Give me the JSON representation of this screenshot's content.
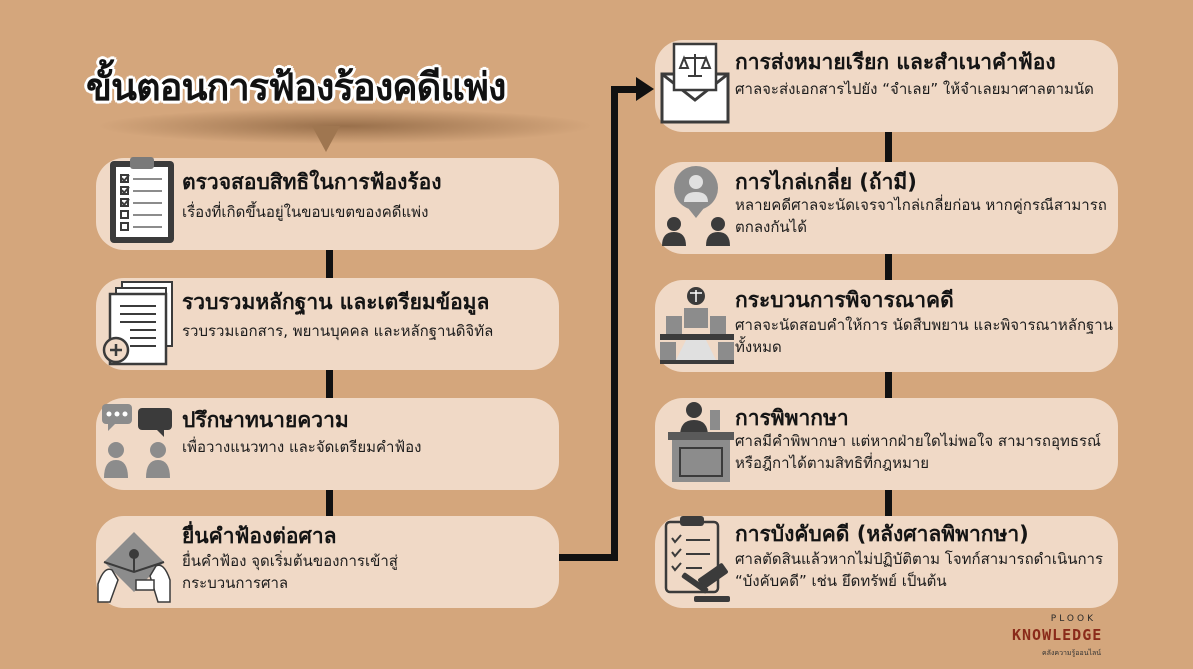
{
  "title": "ขั้นตอนการฟ้องร้องคดีแพ่ง",
  "colors": {
    "background": "#d4a67c",
    "card": "#f0d9c6",
    "line": "#111111",
    "icon_dark": "#3b3b3b",
    "icon_mid": "#8c8c8c",
    "icon_light": "#e0e0e0",
    "logo": "#8a2a1a"
  },
  "steps": [
    {
      "title": "ตรวจสอบสิทธิในการฟ้องร้อง",
      "desc": "เรื่องที่เกิดขึ้นอยู่ในขอบเขตของคดีแพ่ง",
      "icon": "clipboard-checklist-icon"
    },
    {
      "title": "รวบรวมหลักฐาน และเตรียมข้อมูล",
      "desc": "รวบรวมเอกสาร, พยานบุคคล และหลักฐานดิจิทัล",
      "icon": "documents-add-icon"
    },
    {
      "title": "ปรึกษาทนายความ",
      "desc": "เพื่อวางแนวทาง และจัดเตรียมคำฟ้อง",
      "icon": "consultation-icon"
    },
    {
      "title": "ยื่นคำฟ้องต่อศาล",
      "desc": "ยื่นคำฟ้อง จุดเริ่มต้นของการเข้าสู่กระบวนการศาล",
      "icon": "submit-envelope-icon"
    },
    {
      "title": "การส่งหมายเรียก และสำเนาคำฟ้อง",
      "desc": "ศาลจะส่งเอกสารไปยัง “จำเลย” ให้จำเลยมาศาลตามนัด",
      "icon": "legal-letter-icon"
    },
    {
      "title": "การไกล่เกลี่ย (ถ้ามี)",
      "desc": "หลายคดีศาลจะนัดเจรจาไกล่เกลี่ยก่อน หากคู่กรณีสามารถตกลงกันได้",
      "icon": "mediation-icon"
    },
    {
      "title": "กระบวนการพิจารณาคดี",
      "desc": "ศาลจะนัดสอบคำให้การ นัดสืบพยาน และพิจารณาหลักฐานทั้งหมด",
      "icon": "courtroom-icon"
    },
    {
      "title": "การพิพากษา",
      "desc": "ศาลมีคำพิพากษา แต่หากฝ่ายใดไม่พอใจ สามารถอุทธรณ์ หรือฎีกาได้ตามสิทธิที่กฎหมาย",
      "icon": "judge-icon"
    },
    {
      "title": "การบังคับคดี (หลังศาลพิพากษา)",
      "desc": "ศาลตัดสินแล้วหากไม่ปฏิบัติตาม โจทก์สามารถดำเนินการ “บังคับคดี” เช่น ยึดทรัพย์ เป็นต้น",
      "icon": "gavel-checklist-icon"
    }
  ],
  "logo": {
    "top": "PLOOK",
    "main": "KNOWLEDGE",
    "sub": "คลังความรู้ออนไลน์"
  }
}
